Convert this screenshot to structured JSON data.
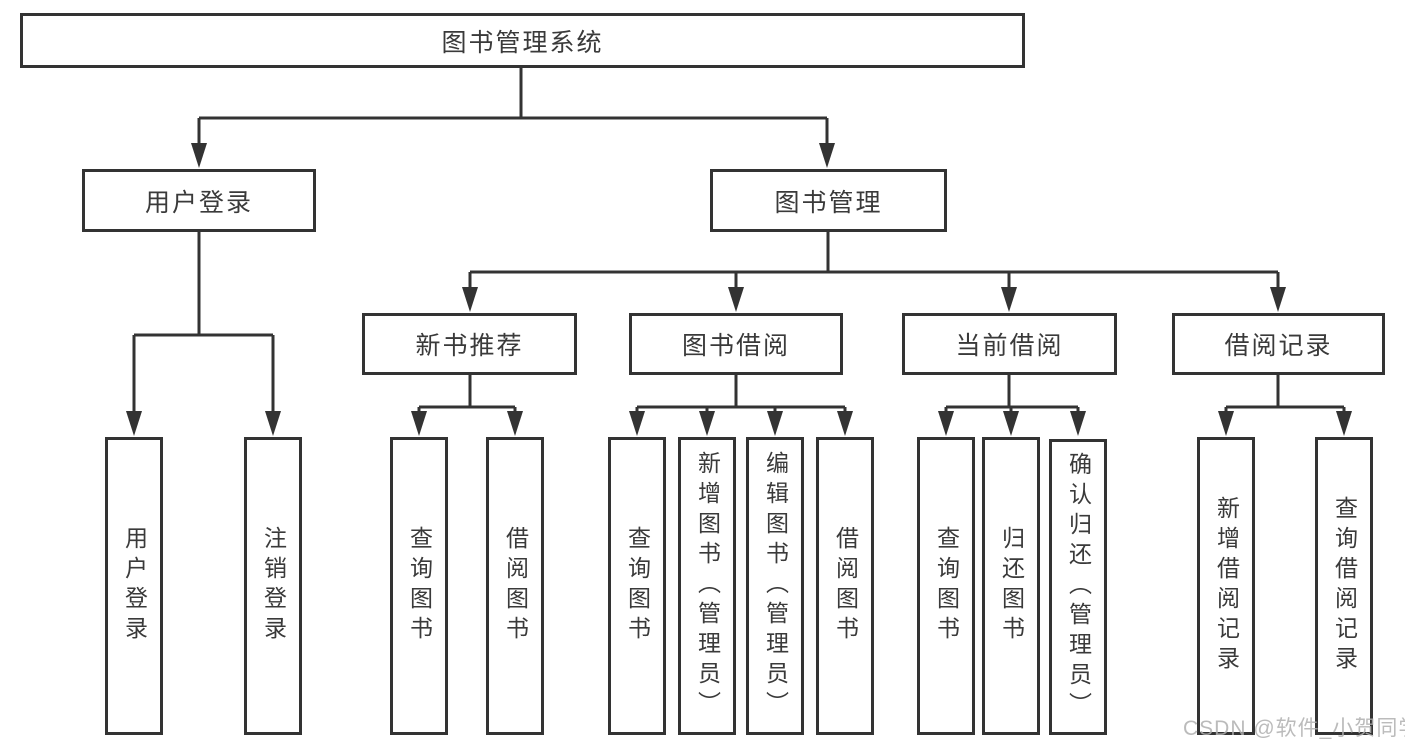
{
  "title": "图书管理系统",
  "watermark": "CSDN @软件_小贺同学",
  "colors": {
    "line": "#333333",
    "text": "#3a3a3a",
    "watermark": "#afafaf",
    "background": "#ffffff"
  },
  "level2": [
    {
      "label": "用户登录",
      "children": [
        {
          "label": "用户登录"
        },
        {
          "label": "注销登录"
        }
      ]
    },
    {
      "label": "图书管理"
    }
  ],
  "level3": [
    {
      "label": "新书推荐",
      "children": [
        {
          "label": "查询图书"
        },
        {
          "label": "借阅图书"
        }
      ]
    },
    {
      "label": "图书借阅",
      "children": [
        {
          "label": "查询图书"
        },
        {
          "label": "新增图书（管理员）"
        },
        {
          "label": "编辑图书（管理员）"
        },
        {
          "label": "借阅图书"
        }
      ]
    },
    {
      "label": "当前借阅",
      "children": [
        {
          "label": "查询图书"
        },
        {
          "label": "归还图书"
        },
        {
          "label": "确认归还（管理员）"
        }
      ]
    },
    {
      "label": "借阅记录",
      "children": [
        {
          "label": "新增借阅记录"
        },
        {
          "label": "查询借阅记录"
        }
      ]
    }
  ]
}
